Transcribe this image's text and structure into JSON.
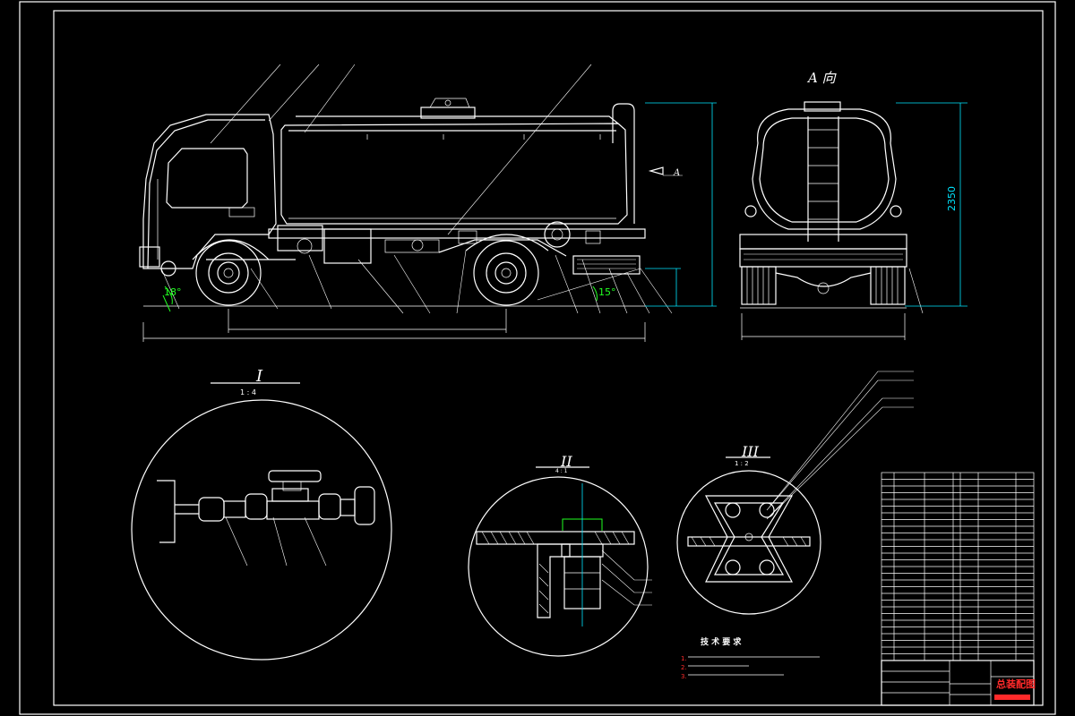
{
  "views": {
    "direction_view_label": "A 向",
    "arrow_label": "A",
    "detail_1": {
      "label": "I",
      "scale": "1 : 4"
    },
    "detail_2": {
      "label": "II",
      "scale": "4 : 1"
    },
    "detail_3": {
      "label": "III",
      "scale": "1 : 2"
    }
  },
  "dimensions": {
    "height_front": "2350",
    "angle_front": "18°",
    "angle_rear": "15°"
  },
  "title_block": {
    "drawing_name": "总装配图",
    "tech_req_title": "技 术 要 求",
    "tech_req_items": [
      "1.",
      "2.",
      "3."
    ]
  },
  "colors": {
    "line": "#ffffff",
    "dimension": "#00e5ff",
    "angle": "#21ff21",
    "text_red": "#ff2a2a",
    "highlight": "#21ff21"
  }
}
